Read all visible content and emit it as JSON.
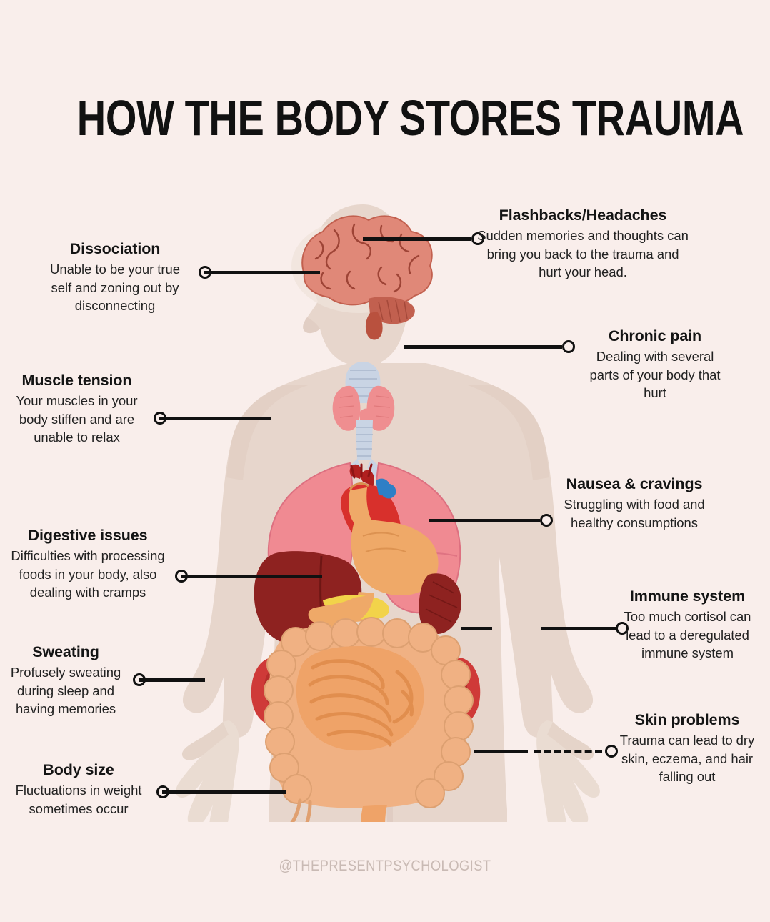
{
  "page": {
    "title": "HOW THE BODY STORES TRAUMA",
    "handle": "@THEPRESENTPSYCHOLOGIST",
    "background_color": "#f9eeeb",
    "text_color": "#141414",
    "handle_color": "#c9bab4"
  },
  "illustration": {
    "name": "human-body-with-internal-organs",
    "body_color": "#e7d6cc",
    "organ_colors": {
      "brain": "#e08878",
      "cerebellum": "#c2604f",
      "thyroid": "#ef8e90",
      "trachea": "#c9d4e4",
      "lungs": "#f08a92",
      "heart": "#d8302c",
      "liver": "#8e2220",
      "stomach": "#efa968",
      "pancreas": "#f2d34a",
      "spleen": "#8e2220",
      "kidneys": "#cf3a38",
      "intestines": "#f0b183",
      "small_intestine": "#efa368"
    }
  },
  "callouts": [
    {
      "id": "flashbacks",
      "side": "right",
      "title": "Flashbacks/Headaches",
      "body": "Sudden memories and thoughts can bring you back to the trauma and hurt your head."
    },
    {
      "id": "dissociation",
      "side": "left",
      "title": "Dissociation",
      "body": "Unable to be your true self and zoning out by disconnecting"
    },
    {
      "id": "chronic-pain",
      "side": "right",
      "title": "Chronic pain",
      "body": "Dealing with several parts of your body that hurt"
    },
    {
      "id": "muscle-tension",
      "side": "left",
      "title": "Muscle tension",
      "body": "Your muscles in your body stiffen and are unable to relax"
    },
    {
      "id": "nausea-cravings",
      "side": "right",
      "title": "Nausea & cravings",
      "body": "Struggling with food and healthy consumptions"
    },
    {
      "id": "digestive-issues",
      "side": "left",
      "title": "Digestive issues",
      "body": "Difficulties with processing foods in your body, also dealing with cramps"
    },
    {
      "id": "immune-system",
      "side": "right",
      "title": "Immune system",
      "body": "Too much cortisol can lead to a deregulated immune system"
    },
    {
      "id": "sweating",
      "side": "left",
      "title": "Sweating",
      "body": "Profusely sweating during sleep and having memories"
    },
    {
      "id": "skin-problems",
      "side": "right",
      "title": "Skin problems",
      "body": "Trauma can lead to dry skin, eczema, and hair falling out"
    },
    {
      "id": "body-size",
      "side": "left",
      "title": "Body size",
      "body": "Fluctuations in weight sometimes occur"
    }
  ]
}
